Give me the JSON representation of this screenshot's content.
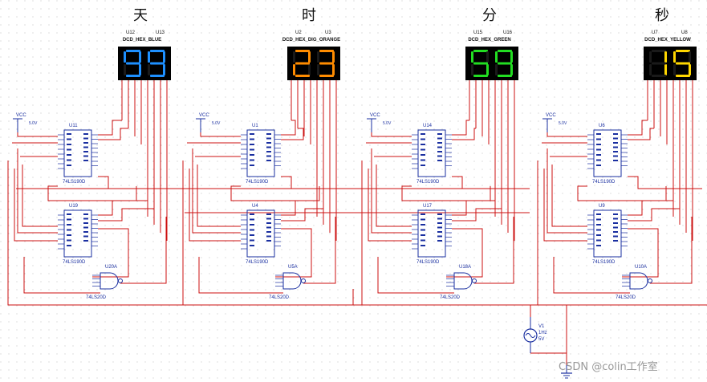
{
  "sections": [
    {
      "title": "天",
      "refA": "U12",
      "refB": "U13",
      "display_label": "DCD_HEX_BLUE",
      "digits": [
        "9",
        "9"
      ],
      "color": "#1e90ff",
      "counter_top": {
        "ref": "U11",
        "part": "74LS190D"
      },
      "counter_bottom": {
        "ref": "U19",
        "part": "74LS190D"
      },
      "gate": {
        "ref": "U20A",
        "part": "74LS20D"
      },
      "vcc": {
        "label": "VCC",
        "voltage": "5.0V"
      }
    },
    {
      "title": "时",
      "refA": "U2",
      "refB": "U3",
      "display_label": "DCD_HEX_DIG_ORANGE",
      "digits": [
        "2",
        "3"
      ],
      "color": "#ff8c00",
      "counter_top": {
        "ref": "U1",
        "part": "74LS190D"
      },
      "counter_bottom": {
        "ref": "U4",
        "part": "74LS190D"
      },
      "gate": {
        "ref": "U5A",
        "part": "74LS20D"
      },
      "vcc": {
        "label": "VCC",
        "voltage": "5.0V"
      }
    },
    {
      "title": "分",
      "refA": "U15",
      "refB": "U16",
      "display_label": "DCD_HEX_GREEN",
      "digits": [
        "5",
        "9"
      ],
      "color": "#22dd22",
      "counter_top": {
        "ref": "U14",
        "part": "74LS190D"
      },
      "counter_bottom": {
        "ref": "U17",
        "part": "74LS190D"
      },
      "gate": {
        "ref": "U18A",
        "part": "74LS20D"
      },
      "vcc": {
        "label": "VCC",
        "voltage": "5.0V"
      }
    },
    {
      "title": "秒",
      "refA": "U7",
      "refB": "U8",
      "display_label": "DCD_HEX_YELLOW",
      "digits": [
        "1",
        "5"
      ],
      "color": "#ffd700",
      "counter_top": {
        "ref": "U6",
        "part": "74LS190D"
      },
      "counter_bottom": {
        "ref": "U9",
        "part": "74LS190D"
      },
      "gate": {
        "ref": "U10A",
        "part": "74LS20D"
      },
      "vcc": {
        "label": "VCC",
        "voltage": "5.0V"
      }
    }
  ],
  "clock_source": {
    "ref": "V1",
    "frequency": "1Hz",
    "amplitude": "5V"
  },
  "watermark": "CSDN @colin工作室",
  "colors": {
    "wire": "#cc1111",
    "component": "#1a2fa0",
    "background": "#ffffff"
  }
}
